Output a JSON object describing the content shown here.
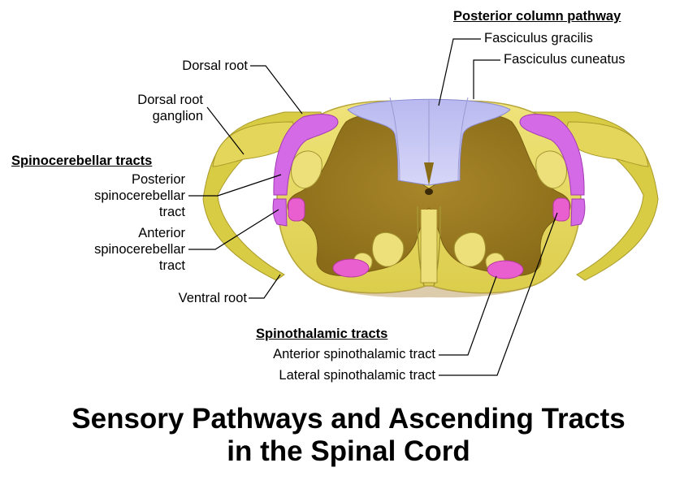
{
  "title": {
    "line1": "Sensory Pathways and Ascending Tracts",
    "line2": "in the Spinal Cord"
  },
  "labels": {
    "dorsal_root": "Dorsal root",
    "dorsal_root_ganglion_1": "Dorsal root",
    "dorsal_root_ganglion_2": "ganglion",
    "spinocerebellar_header": "Spinocerebellar tracts",
    "posterior_spinocerebellar_1": "Posterior",
    "posterior_spinocerebellar_2": "spinocerebellar",
    "posterior_spinocerebellar_3": "tract",
    "anterior_spinocerebellar_1": "Anterior",
    "anterior_spinocerebellar_2": "spinocerebellar",
    "anterior_spinocerebellar_3": "tract",
    "ventral_root": "Ventral root",
    "posterior_column_header": "Posterior column pathway",
    "fasciculus_gracilis": "Fasciculus gracilis",
    "fasciculus_cuneatus": "Fasciculus cuneatus",
    "spinothalamic_header": "Spinothalamic tracts",
    "anterior_spinothalamic": "Anterior spinothalamic tract",
    "lateral_spinothalamic": "Lateral spinothalamic tract"
  },
  "colors": {
    "white_matter": "#e8db63",
    "gray_matter": "#9a7a22",
    "posterior_column": "#c8c8f4",
    "spinocerebellar": "#d56ae6",
    "spinothalamic": "#ea5fcf",
    "nerve_root": "#d9cc45"
  }
}
